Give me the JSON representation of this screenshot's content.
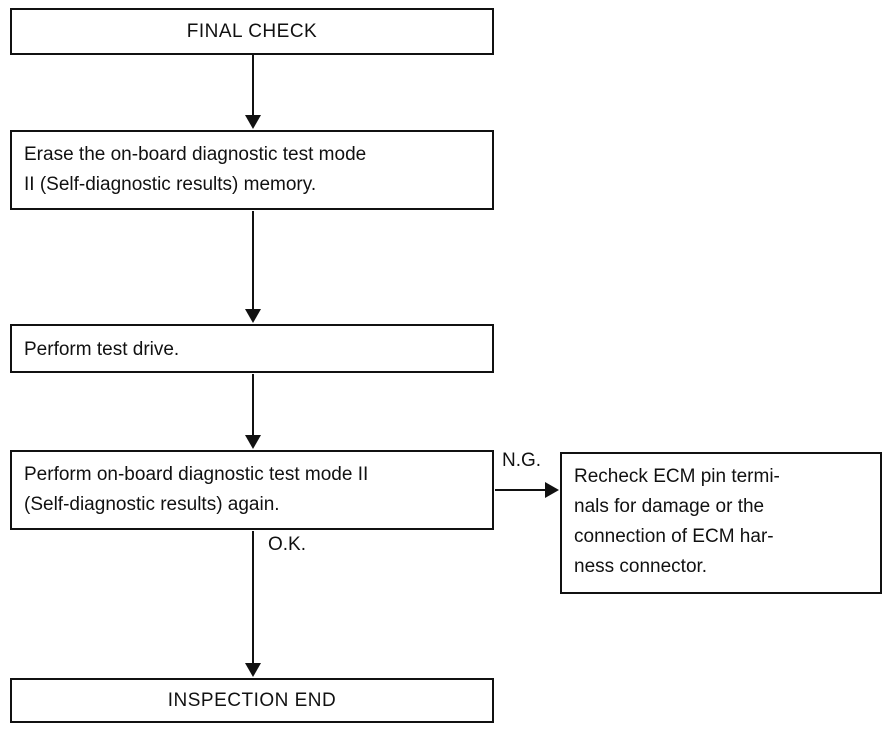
{
  "diagram": {
    "type": "flowchart",
    "nodes": {
      "final_check": {
        "label": "FINAL CHECK"
      },
      "erase_memory": {
        "label": "Erase the on-board diagnostic test mode\nII (Self-diagnostic results) memory."
      },
      "test_drive": {
        "label": "Perform test drive."
      },
      "perform_again": {
        "label": "Perform on-board diagnostic test mode II\n(Self-diagnostic results) again."
      },
      "recheck_ecm": {
        "label": "Recheck ECM pin termi-\nnals for damage or the\nconnection of ECM har-\nness connector."
      },
      "inspection_end": {
        "label": "INSPECTION END"
      }
    },
    "edges": {
      "ng_label": "N.G.",
      "ok_label": "O.K."
    },
    "colors": {
      "line": "#111111",
      "background": "#ffffff"
    }
  }
}
